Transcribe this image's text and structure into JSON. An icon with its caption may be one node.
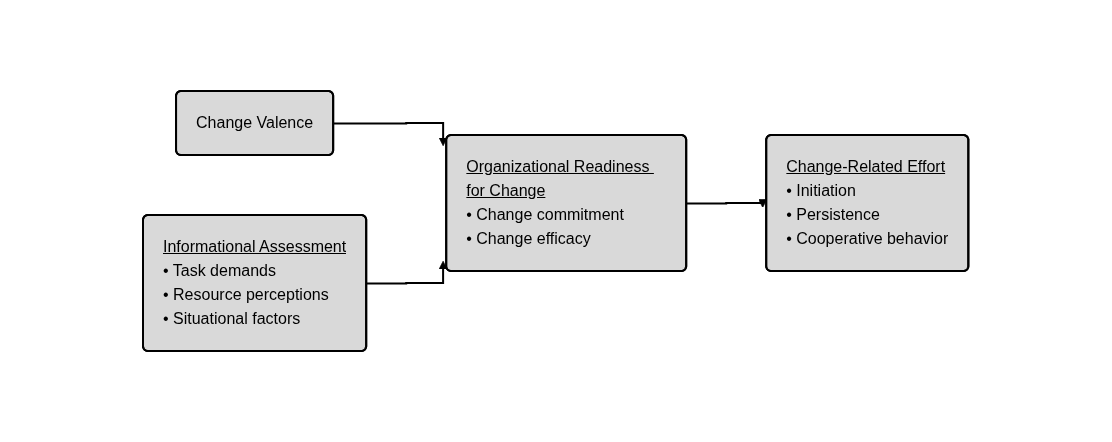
{
  "diagram": {
    "nodes": [
      {
        "text": [
          "Change Valence"
        ]
      },
      {
        "text": [
          "Informational Assessment",
          "• Task demands",
          "• Resource perceptions",
          "• Situational factors"
        ]
      },
      {
        "text": [
          "Organizational Readiness for Change",
          "• Change commitment",
          "• Change efficacy"
        ]
      },
      {
        "text": [
          "Change-Related Effort",
          "• Initiation",
          "• Persistence",
          "• Cooperative behavior"
        ]
      }
    ],
    "edges": [
      {
        "from": 0,
        "to": 2,
        "arrow": "to"
      },
      {
        "from": 1,
        "to": 2,
        "arrow": "to"
      },
      {
        "from": 2,
        "to": 3,
        "arrow": "to"
      }
    ]
  }
}
